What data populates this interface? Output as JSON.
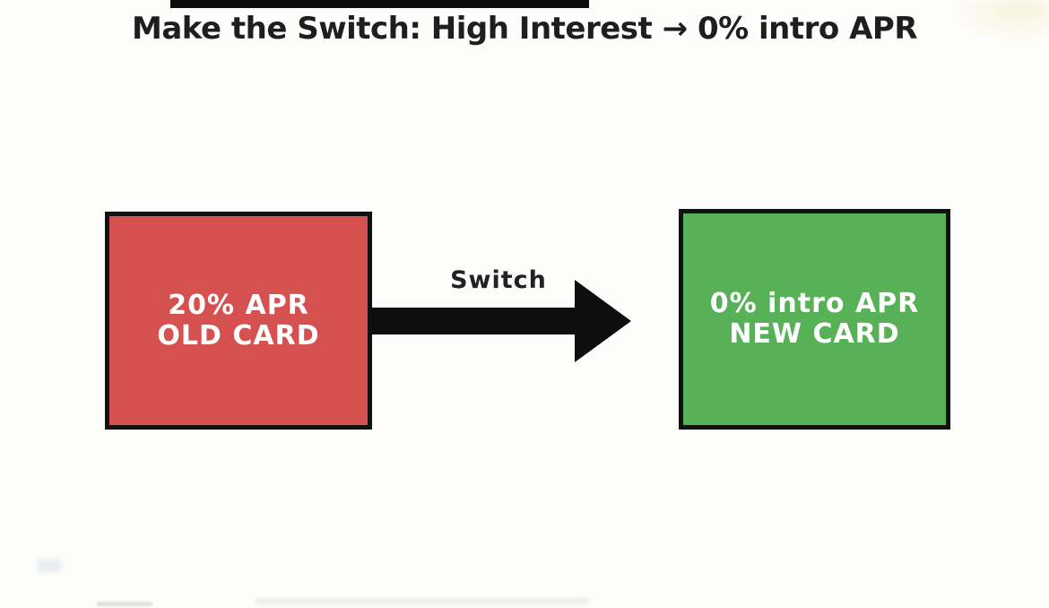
{
  "title": {
    "text": "Make the Switch: High Interest → 0% intro APR"
  },
  "flow": {
    "old_card": {
      "line1": "20% APR",
      "line2": "OLD CARD"
    },
    "arrow": {
      "label": "Switch",
      "icon": "right-arrow"
    },
    "new_card": {
      "line1": "0% intro APR",
      "line2": "NEW CARD"
    }
  },
  "colors": {
    "background": "#fdfdfb",
    "title": "#1e1e21",
    "top_bar": "#0d0d0d",
    "old_card_fill": "#d5514f",
    "new_card_fill": "#57b257",
    "box_border": "#111111",
    "box_text": "#ffffff",
    "arrow": "#0e0e0e",
    "switch_label": "#222222"
  }
}
